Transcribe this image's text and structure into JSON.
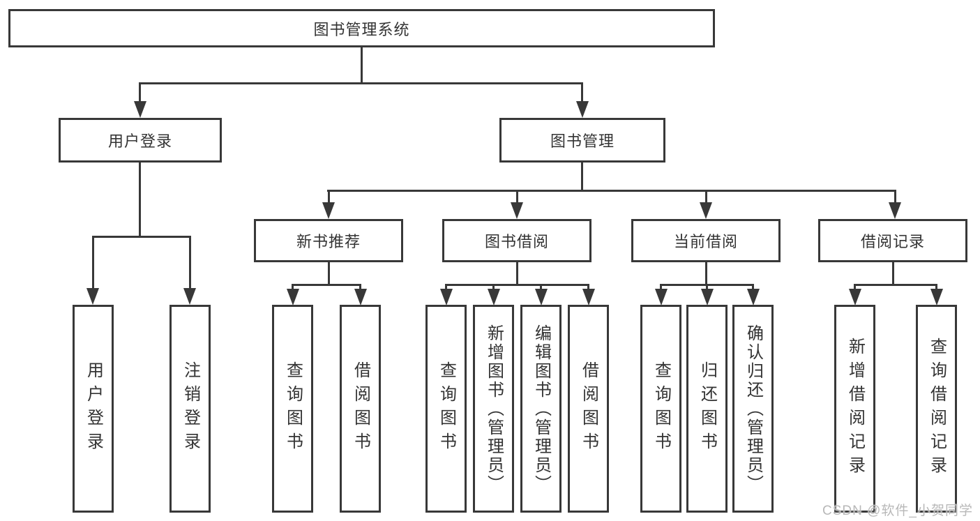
{
  "diagram": {
    "type": "hierarchy-tree",
    "orientation": "top-down"
  },
  "colors": {
    "line": "#383838",
    "text": "#333333",
    "background": "#ffffff",
    "watermark": "#b8b8b8"
  },
  "tree": {
    "root": "图书管理系统",
    "branches": [
      {
        "label": "用户登录",
        "children": [
          "用户登录",
          "注销登录"
        ]
      },
      {
        "label": "图书管理",
        "groups": [
          {
            "label": "新书推荐",
            "children": [
              "查询图书",
              "借阅图书"
            ]
          },
          {
            "label": "图书借阅",
            "children": [
              "查询图书",
              "新增图书（管理员）",
              "编辑图书（管理员）",
              "借阅图书"
            ]
          },
          {
            "label": "当前借阅",
            "children": [
              "查询图书",
              "归还图书",
              "确认归还（管理员）"
            ]
          },
          {
            "label": "借阅记录",
            "children": [
              "新增借阅记录",
              "查询借阅记录"
            ]
          }
        ]
      }
    ]
  },
  "watermark": "CSDN @软件_小贺同学"
}
